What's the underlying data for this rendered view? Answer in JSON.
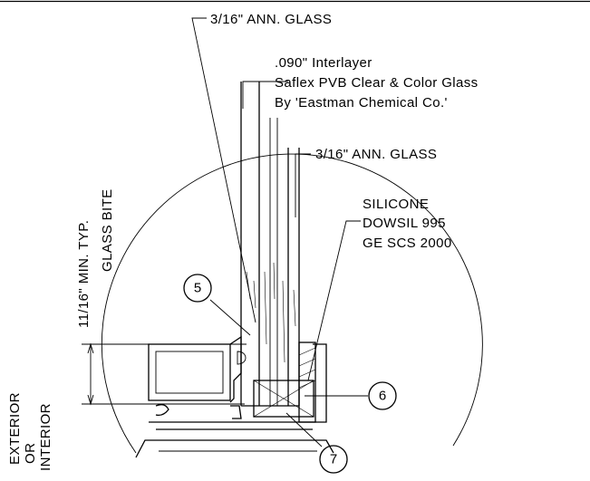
{
  "labels": {
    "top_glass": "3/16\" ANN. GLASS",
    "interlayer_line1": ".090\" Interlayer",
    "interlayer_line2": "Saflex PVB Clear & Color Glass",
    "interlayer_line3": "By 'Eastman Chemical Co.'",
    "inner_glass": "3/16\" ANN. GLASS",
    "silicone_line1": "SILICONE",
    "silicone_line2": "DOWSIL 995",
    "silicone_line3": "GE SCS 2000",
    "min_typ": "11/16\" MIN. TYP.",
    "glass_bite": "GLASS BITE",
    "exterior": "EXTERIOR",
    "or": "OR",
    "interior": "INTERIOR"
  },
  "callouts": [
    {
      "id": "5",
      "label": "5"
    },
    {
      "id": "6",
      "label": "6"
    },
    {
      "id": "7",
      "label": "7"
    }
  ]
}
